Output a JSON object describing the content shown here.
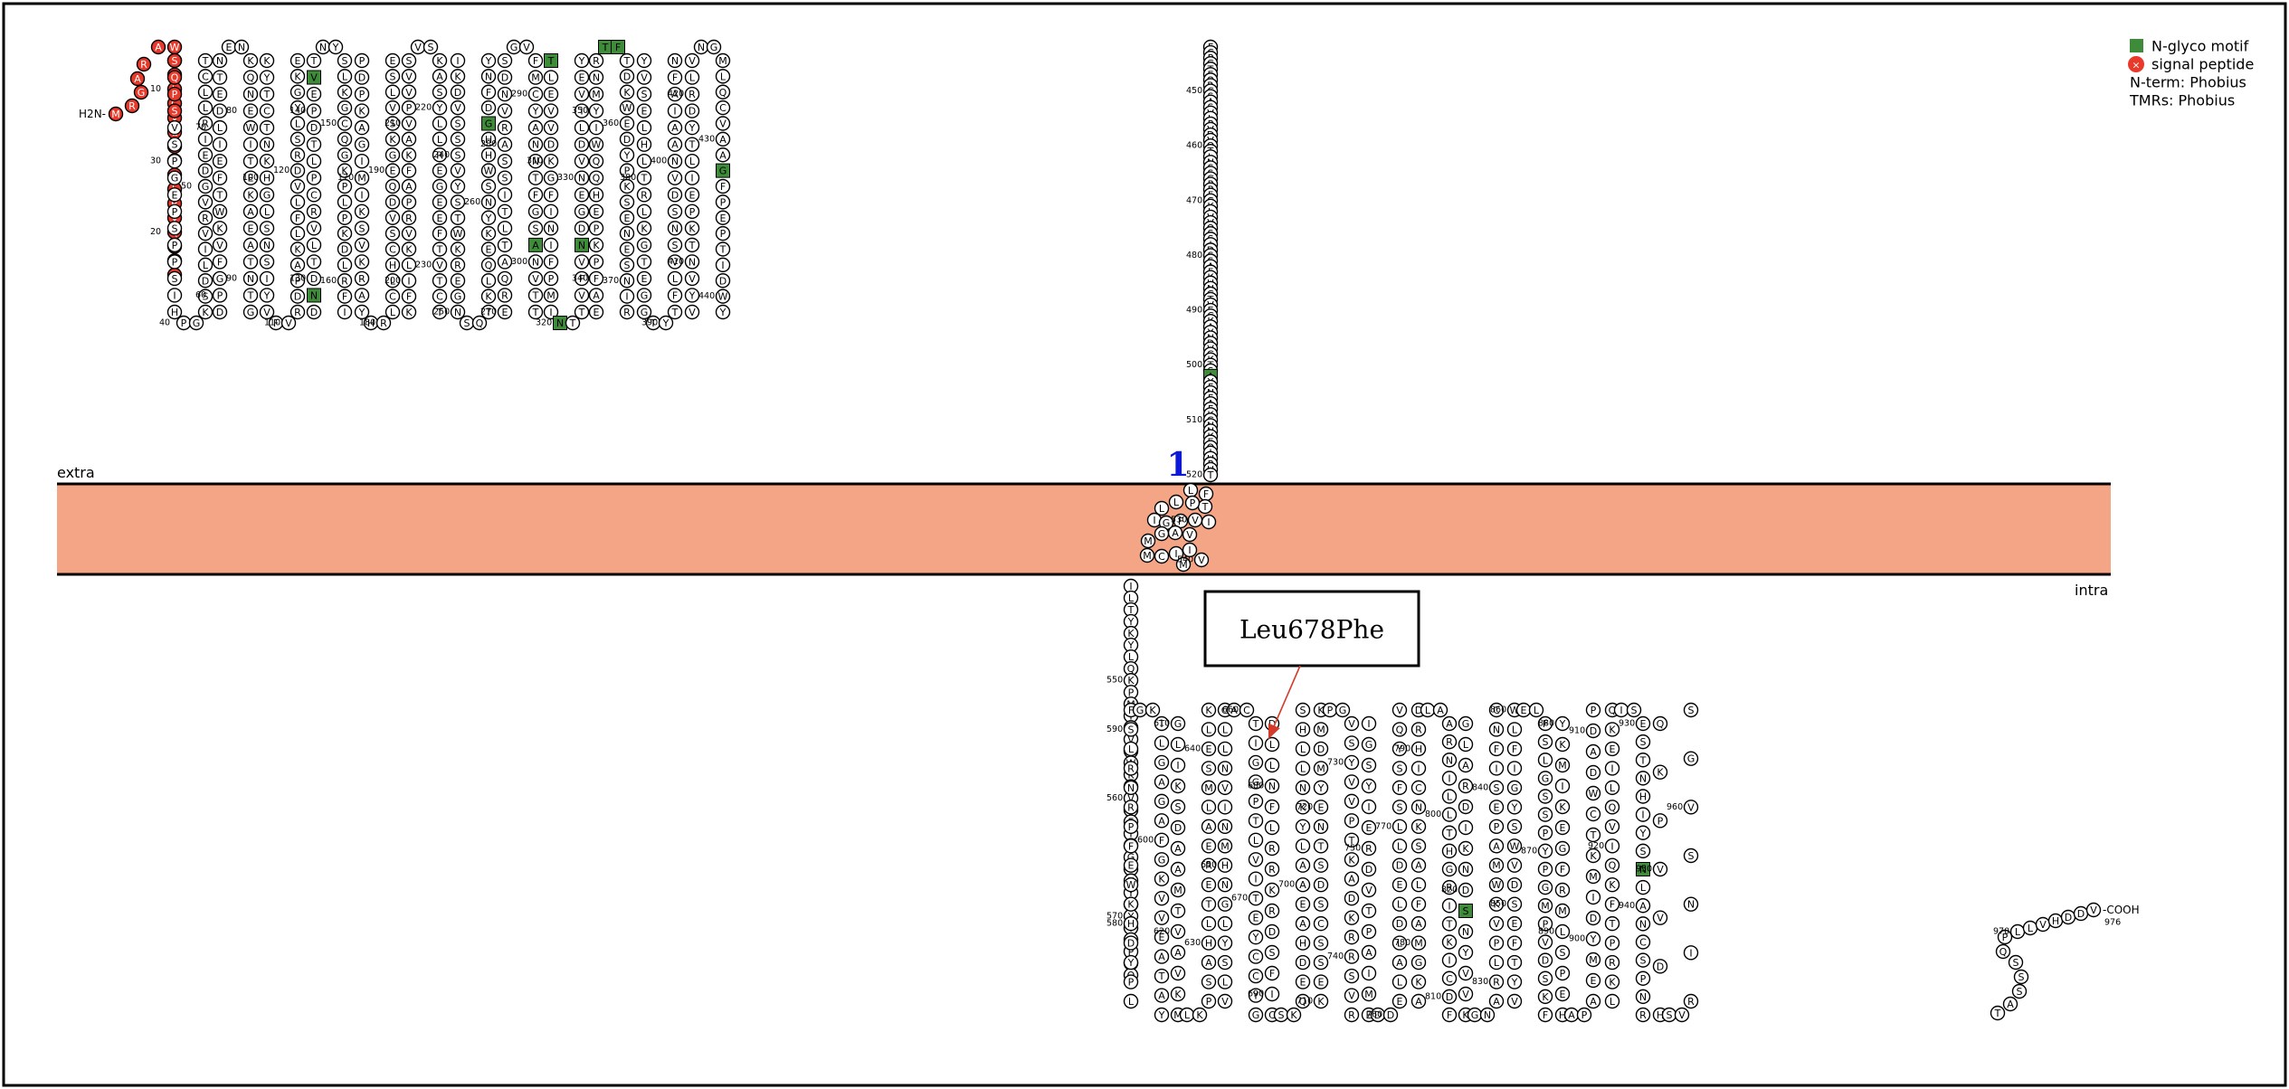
{
  "colors": {
    "membrane_fill": "#f4a585",
    "signal_peptide": "#e8392b",
    "nglyco": "#3e8c3a",
    "helix_label": "#0c1ad8",
    "callout_arrow": "#d43a2a"
  },
  "labels": {
    "extra": "extra",
    "intra": "intra",
    "n_terminus": "H2N-",
    "c_terminus": "-COOH",
    "helix_number": "1",
    "callout": "Leu678Phe"
  },
  "legend": [
    {
      "label": "N-glyco motif",
      "marker": "green-square"
    },
    {
      "label": "signal peptide",
      "marker": "red-circle-x"
    },
    {
      "label": "N-term: Phobius",
      "marker": "none"
    },
    {
      "label": "TMRs: Phobius",
      "marker": "none"
    }
  ],
  "protein": {
    "length": 976,
    "signal_peptide": [
      1,
      27
    ],
    "transmembrane_helix": [
      521,
      541
    ],
    "nglyco_sites": [
      129,
      142,
      265,
      299,
      304,
      320,
      326,
      354,
      355,
      432,
      502,
      821,
      938
    ],
    "variant": {
      "position": 678,
      "label": "Leu678Phe"
    },
    "sequence": "MRGARAWDFLCVLLLLLRVQTGSSQPSVSPGEPSPPSIHPGKSDLIVRVGDEIRLLCTDPGFVKWTFEILDETNENKQNEWITEKAEATNTGKYTCTNKHGLSNSIYVFVRDPAKLFLVDRSLYGKEDNDTLVRCPLTDPEVTNYSLKGCQGKPLPKDLRFIPDPKAGIMIKSVKRAYHRLCLHCSVDQEGKSVLSEKFILKVRPAFKAVPVVSVSKASYLLREGEEFTVTCTIKDVSSSVYSTWKREGNSQTKLQEKYNSWHHGDFNYERQATLTISSARVNDSGVFMCYANNTFGSANVTTTLEVVDKGFINIFPMINTTVFVNDGENVDLIVEYEAFPKPEHQQWIYMNRTFTDKWEDYPKSENESNIRYVSELHLTRLKGTEGGTYTFLVSNSDVNAAIAFNVYVNTKPEILTYDRLVNGMLQCVAAGFPEPTIDWYFCPGTEQRCSASVLPVDVQTLNSSGPPFGKLVVQSSIDSSAFKHNGTVECKAYNDVGKTSAYFNFAFKGNNKEQIHPHTLFTPLLIGFVIVAGMMCIIVMILTYKYLQKPMYEVQWKVVEEINGNNYVYIDPTQLPYDHKWEFPRNRLSFGKTLGAGAFGKVVEATAYGLIKSDAAMTVAVKMLKPSAHLTEREALMSELKVLSYLGNHMNIVNLLGACTIGGPTLVITEYCCYGDLLNFLRRKRDSFICSKQEDHAEAALYKNLLHSKESSCSDSTNEYMDMKPGVSYVVPTKADKRRSVRIGSYIERDVTPAIMEDDELALDLEDLLSFSYQVAKGMAFLASKNCIHRDLAARNILLTHGRITKICDFGLARDIKNDSNYVVKGNARLPVKWMAPESIFNCVYTFESDVWSYGIFLWELFSLGSSPYPGMPVDSKFYKMIKEGFRMLSPEHAPAEMYDIMKTCWDADPLKRPTFKQIVQLIEKQISESTNHIYSNLANCSPNRQKPVVDHSVRINSVGSTASSSQPLLVHDDV"
  }
}
